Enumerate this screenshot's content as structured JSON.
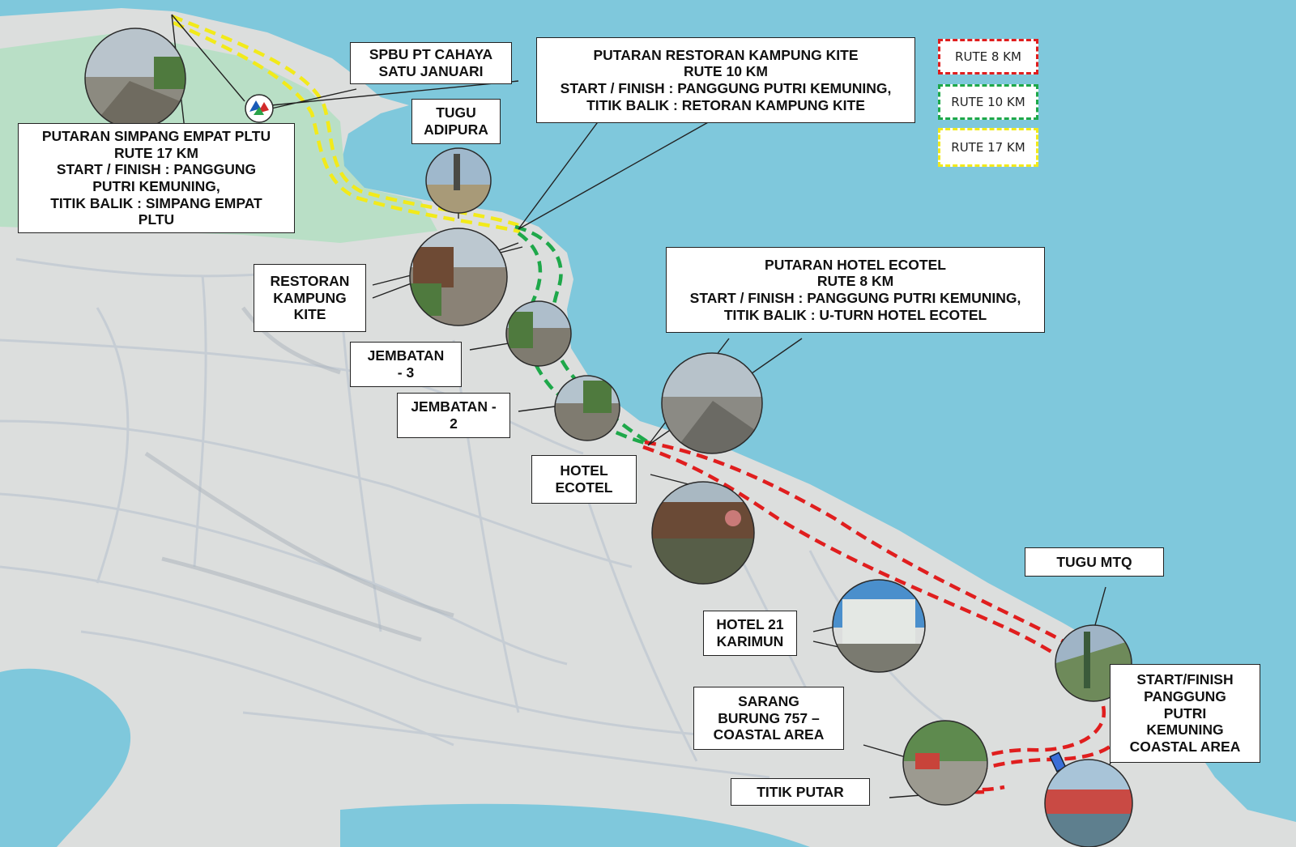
{
  "legend": {
    "items": [
      {
        "label": "RUTE 8 KM",
        "color": "#e01e1e"
      },
      {
        "label": "RUTE 10 KM",
        "color": "#1ea84a"
      },
      {
        "label": "RUTE 17 KM",
        "color": "#f2ea1a"
      }
    ]
  },
  "colors": {
    "sea": "#7fc8dc",
    "land": "#dcdedd",
    "green_area": "#b9dfc6",
    "road": "#c7cfd6",
    "route_8km": "#e01e1e",
    "route_10km": "#1ea84a",
    "route_17km": "#f2ea1a"
  },
  "labels": {
    "pltu": [
      "PUTARAN SIMPANG EMPAT PLTU",
      "RUTE 17 KM",
      "START / FINISH : PANGGUNG",
      "PUTRI KEMUNING,",
      "TITIK BALIK : SIMPANG EMPAT",
      "PLTU"
    ],
    "spbu": [
      "SPBU PT CAHAYA",
      "SATU JANUARI"
    ],
    "tugu_adipura": [
      "TUGU",
      "ADIPURA"
    ],
    "kampung_kite": [
      "PUTARAN RESTORAN KAMPUNG KITE",
      "RUTE 10 KM",
      "START / FINISH : PANGGUNG PUTRI KEMUNING,",
      "TITIK BALIK : RETORAN KAMPUNG KITE"
    ],
    "restoran": [
      "RESTORAN",
      "KAMPUNG",
      "KITE"
    ],
    "jembatan3": [
      "JEMBATAN",
      "- 3"
    ],
    "jembatan2": [
      "JEMBATAN -",
      "2"
    ],
    "hotel_ecotel_route": [
      "PUTARAN HOTEL ECOTEL",
      "RUTE 8 KM",
      "START / FINISH : PANGGUNG PUTRI KEMUNING,",
      "TITIK BALIK : U-TURN HOTEL ECOTEL"
    ],
    "hotel_ecotel": [
      "HOTEL",
      "ECOTEL"
    ],
    "tugu_mtq": [
      "TUGU MTQ"
    ],
    "hotel21": [
      "HOTEL 21",
      "KARIMUN"
    ],
    "sarang": [
      "SARANG",
      "BURUNG 757 –",
      "COASTAL AREA"
    ],
    "start_finish": [
      "START/FINISH",
      "PANGGUNG",
      "PUTRI",
      "KEMUNING",
      "COASTAL AREA"
    ],
    "titik_putar": [
      "TITIK PUTAR"
    ]
  }
}
